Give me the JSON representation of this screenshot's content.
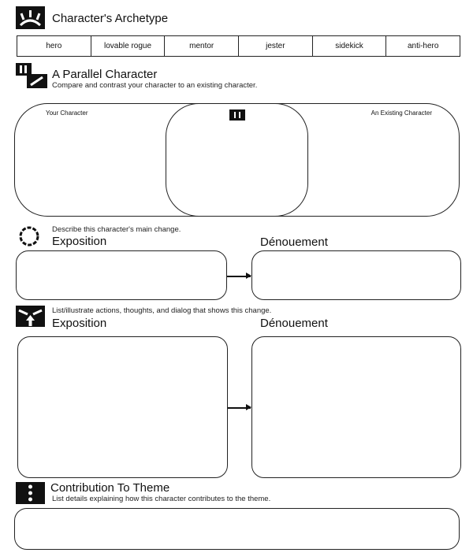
{
  "archetype": {
    "title": "Character's Archetype",
    "options": [
      "hero",
      "lovable rogue",
      "mentor",
      "jester",
      "sidekick",
      "anti-hero"
    ]
  },
  "parallel": {
    "title": "A Parallel Character",
    "subtitle": "Compare and contrast your character to an existing character.",
    "left_label": "Your Character",
    "right_label": "An Existing Character"
  },
  "change": {
    "prompt": "Describe this character's main change.",
    "left_label": "Exposition",
    "right_label": "Dénouement"
  },
  "evidence": {
    "prompt": "List/illustrate actions, thoughts, and dialog that shows this change.",
    "left_label": "Exposition",
    "right_label": "Dénouement"
  },
  "theme": {
    "title": "Contribution To Theme",
    "subtitle": "List details explaining how this character contributes to the theme."
  }
}
